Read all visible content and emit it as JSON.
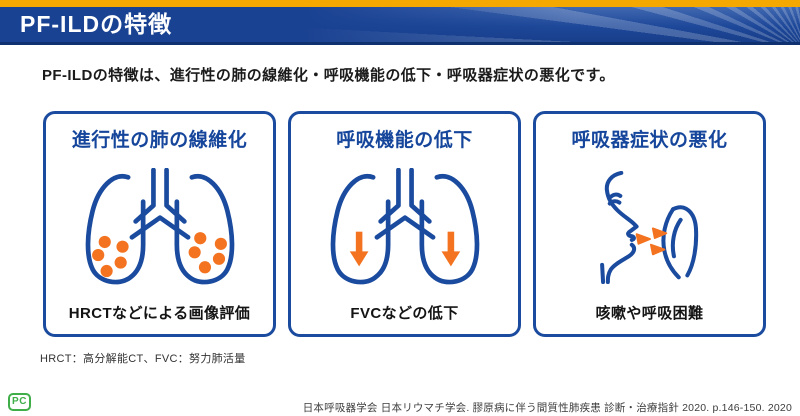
{
  "header": {
    "title": "PF-ILDの特徴"
  },
  "intro": {
    "text": "PF-ILDの特徴は、進行性の肺の線維化・呼吸機能の低下・呼吸器症状の悪化です。"
  },
  "cards": [
    {
      "title": "進行性の肺の線維化",
      "caption": "HRCTなどによる画像評価",
      "icon": "lungs-fibrosis-icon"
    },
    {
      "title": "呼吸機能の低下",
      "caption": "FVCなどの低下",
      "icon": "lungs-decline-arrows-icon"
    },
    {
      "title": "呼吸器症状の悪化",
      "caption": "咳嗽や呼吸困難",
      "icon": "coughing-person-icon"
    }
  ],
  "footnote": {
    "text": "HRCT：高分解能CT、FVC：努力肺活量"
  },
  "badge": {
    "label": "PC"
  },
  "citation": {
    "text": "日本呼吸器学会 日本リウマチ学会. 膠原病に伴う間質性肺疾患 診断・治療指針 2020. p.146-150. 2020"
  },
  "colors": {
    "header_navy": "#1A4292",
    "header_border": "#10316F",
    "gold_strip": "#F5A800",
    "card_border_blue": "#1B4B9E",
    "title_blue": "#16469B",
    "accent_orange": "#F37320",
    "badge_green": "#3FAE49"
  }
}
